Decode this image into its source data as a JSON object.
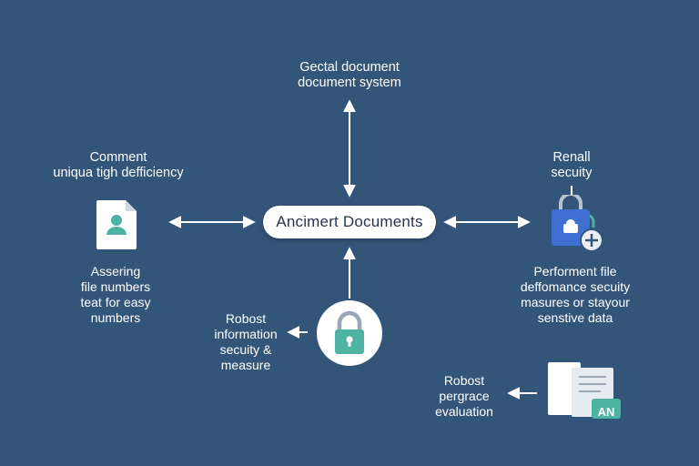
{
  "center": {
    "label": "Ancimert Documents"
  },
  "top": {
    "lines": [
      "Gectal document",
      "document system"
    ]
  },
  "left": {
    "title_lines": [
      "Comment",
      "uniqua tigh defficiency"
    ],
    "caption_lines": [
      "Assering",
      "file numbers",
      "teat for easy",
      "numbers"
    ]
  },
  "right": {
    "title_lines": [
      "Renall",
      "secuity"
    ],
    "caption_lines": [
      "Performent file",
      "deffomance secuity",
      "masures or stayour",
      "senstive data"
    ]
  },
  "bottom_center": {
    "lines": [
      "Robost",
      "information",
      "secuity &",
      "measure"
    ]
  },
  "bottom_right": {
    "lines": [
      "Robost",
      "pergrace",
      "evaluation"
    ],
    "badge": "AN"
  },
  "icons": {
    "left": "user-document-icon",
    "right": "lock-plus-icon",
    "bottom_center": "padlock-icon",
    "bottom_right": "documents-icon"
  },
  "colors": {
    "background": "#34557a",
    "accent_teal": "#4fb3a3",
    "accent_blue": "#3f6fd1",
    "text": "#ffffff"
  }
}
